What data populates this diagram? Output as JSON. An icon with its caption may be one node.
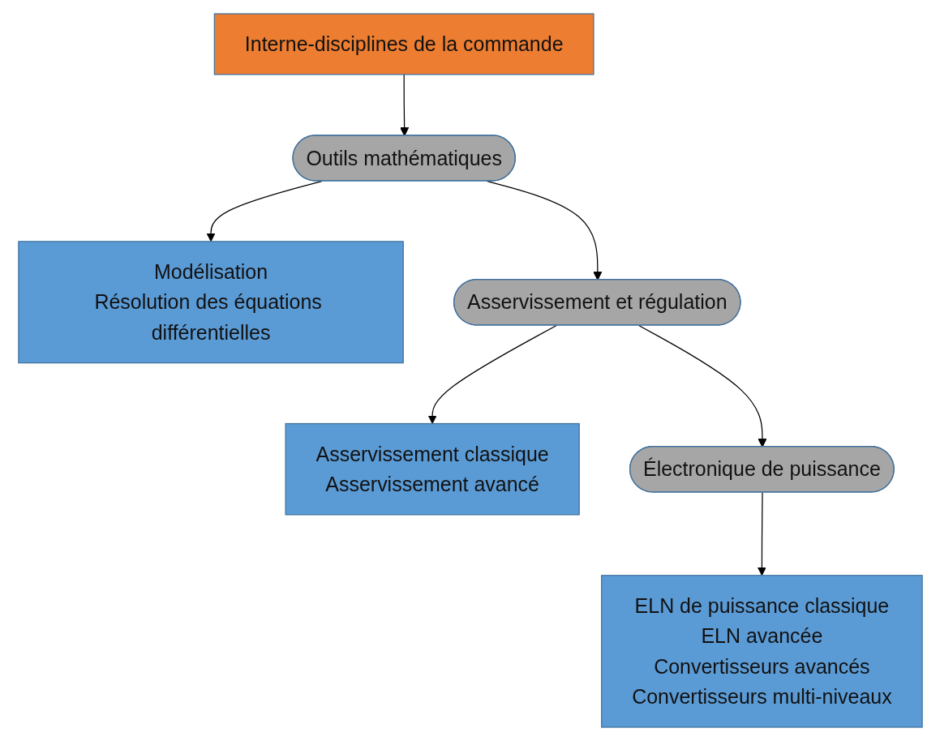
{
  "diagram": {
    "nodes": [
      {
        "text": [
          "Interne-disciplines de la commande"
        ]
      },
      {
        "text": [
          "Outils mathématiques"
        ]
      },
      {
        "text": [
          "Modélisation",
          "Résolution des équations différentielles"
        ]
      },
      {
        "text": [
          "Asservissement et régulation"
        ]
      },
      {
        "text": [
          "Asservissement classique",
          "Asservissement avancé"
        ]
      },
      {
        "text": [
          "Électronique de puissance"
        ]
      },
      {
        "text": [
          "ELN de puissance classique",
          "ELN avancée",
          "Convertisseurs avancés",
          "Convertisseurs multi-niveaux"
        ]
      }
    ],
    "edges": [
      {
        "from": 0,
        "to": 1,
        "arrow": "to"
      },
      {
        "from": 1,
        "to": 2,
        "arrow": "to"
      },
      {
        "from": 1,
        "to": 3,
        "arrow": "to"
      },
      {
        "from": 3,
        "to": 4,
        "arrow": "to"
      },
      {
        "from": 3,
        "to": 5,
        "arrow": "to"
      },
      {
        "from": 5,
        "to": 6,
        "arrow": "to"
      }
    ]
  }
}
